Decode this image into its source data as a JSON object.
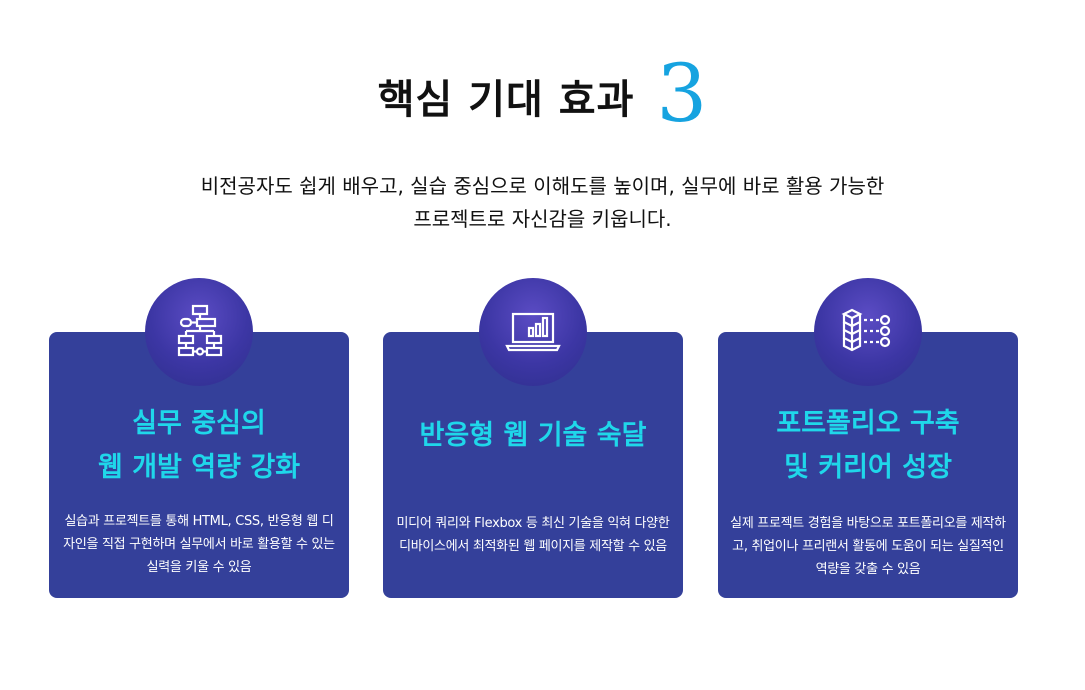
{
  "header": {
    "title": "핵심 기대 효과",
    "number": "3"
  },
  "intro": {
    "line1": "비전공자도 쉽게 배우고, 실습 중심으로 이해도를 높이며, 실무에 바로 활용 가능한",
    "line2": "프로젝트로 자신감을 키웁니다."
  },
  "cards": [
    {
      "icon": "flowchart-icon",
      "title_line1": "실무 중심의",
      "title_line2": "웹 개발 역량 강화",
      "desc": "실습과 프로젝트를 통해 HTML, CSS, 반응형 웹 디자인을 직접 구현하며 실무에서 바로 활용할 수 있는 실력을 키울 수 있음"
    },
    {
      "icon": "laptop-chart-icon",
      "title_line1": "반응형 웹 기술 숙달",
      "desc": "미디어 쿼리와 Flexbox 등 최신 기술을 익혀 다양한 디바이스에서 최적화된 웹 페이지를 제작할 수 있음"
    },
    {
      "icon": "layers-list-icon",
      "title_line1": "포트폴리오 구축",
      "title_line2": "및 커리어 성장",
      "desc": "실제 프로젝트 경험을 바탕으로 포트폴리오를 제작하고, 취업이나 프리랜서 활동에 도움이 되는 실질적인 역량을 갖출 수 있음"
    }
  ],
  "colors": {
    "accent": "#16a3e0",
    "card_bg": "#34409a",
    "card_title": "#1fd7ea",
    "badge": "#3c36a4"
  }
}
